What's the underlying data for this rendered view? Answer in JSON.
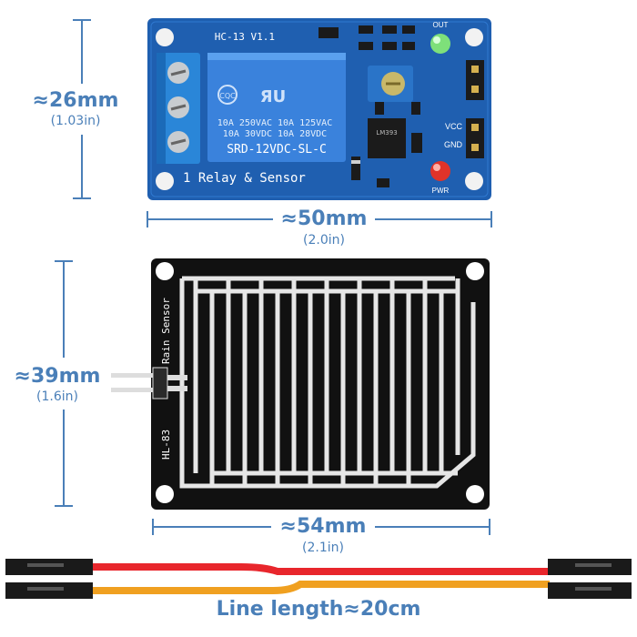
{
  "relay_module": {
    "relay_model": "SRD-12VDC-SL-C",
    "relay_ratings": [
      "10A 250VAC  10A 125VAC",
      "10A  30VDC  10A  28VDC"
    ],
    "board_name": "HC-13 V1.1",
    "board_label": "1 Relay & Sensor",
    "ic_label": "LM393",
    "led_out_label": "OUT",
    "led_pwr_label": "PWR",
    "pin_vcc": "VCC",
    "pin_gnd": "GND",
    "width": "≈50mm",
    "width_in": "(2.0in)",
    "height": "≈26mm",
    "height_in": "(1.03in)"
  },
  "rain_sensor": {
    "name": "Rain Sensor",
    "model": "HL-83",
    "width": "≈54mm",
    "width_in": "(2.1in)",
    "height": "≈39mm",
    "height_in": "(1.6in)"
  },
  "cable": {
    "caption": "Line length≈20cm",
    "colors": [
      "#e8262c",
      "#f0a020"
    ]
  },
  "colors": {
    "dimension": "#4a7fb8",
    "pcb_blue": "#1f5fb0",
    "sensor_black": "#111111"
  }
}
